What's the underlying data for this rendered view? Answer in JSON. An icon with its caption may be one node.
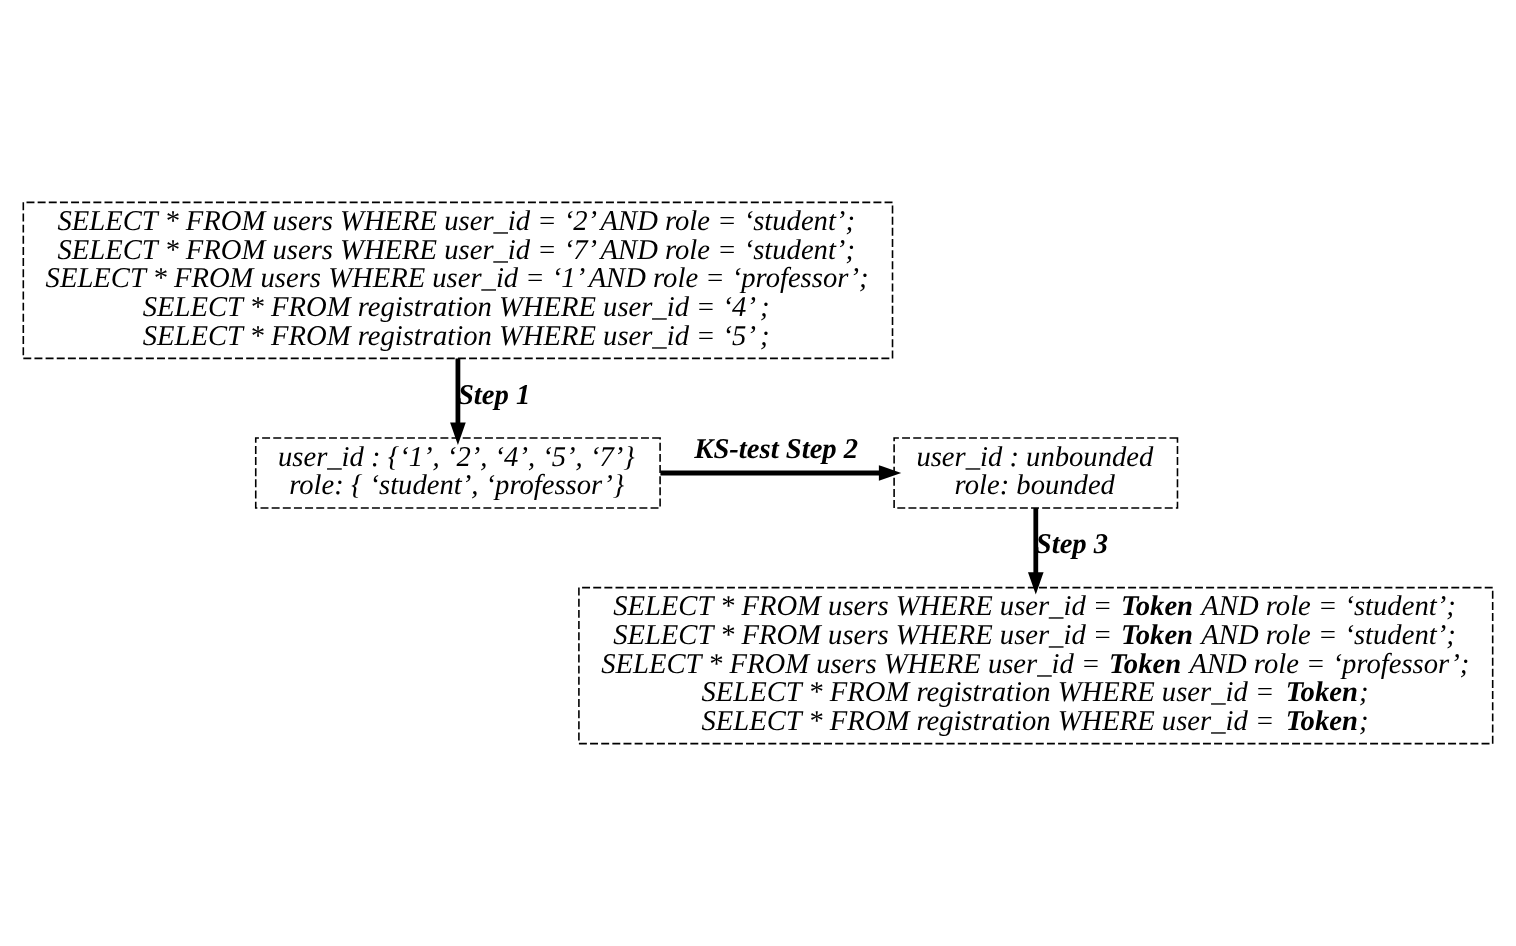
{
  "diagram": {
    "nodes": [
      {
        "text": [
          "SELECT * FROM users WHERE user_id = ‘2’ AND role = ‘student’;",
          "SELECT * FROM users WHERE user_id = ‘7’ AND role = ‘student’;",
          "SELECT * FROM users WHERE user_id = ‘1’ AND role = ‘professor’;",
          "SELECT * FROM registration WHERE user_id = ‘4’ ;",
          "SELECT * FROM registration WHERE user_id = ‘5’ ;"
        ]
      },
      {
        "text": [
          "user_id : {‘1’, ‘2’, ‘4’, ‘5’, ‘7’}",
          "role: { ‘student’, ‘professor’}"
        ]
      },
      {
        "text": [
          "user_id : unbounded",
          "role: bounded"
        ]
      },
      {
        "text": [
          "SELECT * FROM users WHERE user_id = **Token** AND role = ‘student’;",
          "SELECT * FROM users WHERE user_id = **Token** AND role = ‘student’;",
          "SELECT * FROM users WHERE user_id = **Token** AND role = ‘professor’;",
          "SELECT * FROM registration WHERE user_id = **Token**;",
          "SELECT * FROM registration WHERE user_id = **Token**;"
        ]
      }
    ],
    "edges": [
      {
        "from": 0,
        "to": 1,
        "arrow": "to",
        "label": "Step 1"
      },
      {
        "from": 1,
        "to": 2,
        "arrow": "to",
        "label": "KS-test Step 2"
      },
      {
        "from": 2,
        "to": 3,
        "arrow": "to",
        "label": "Step 3"
      }
    ]
  }
}
